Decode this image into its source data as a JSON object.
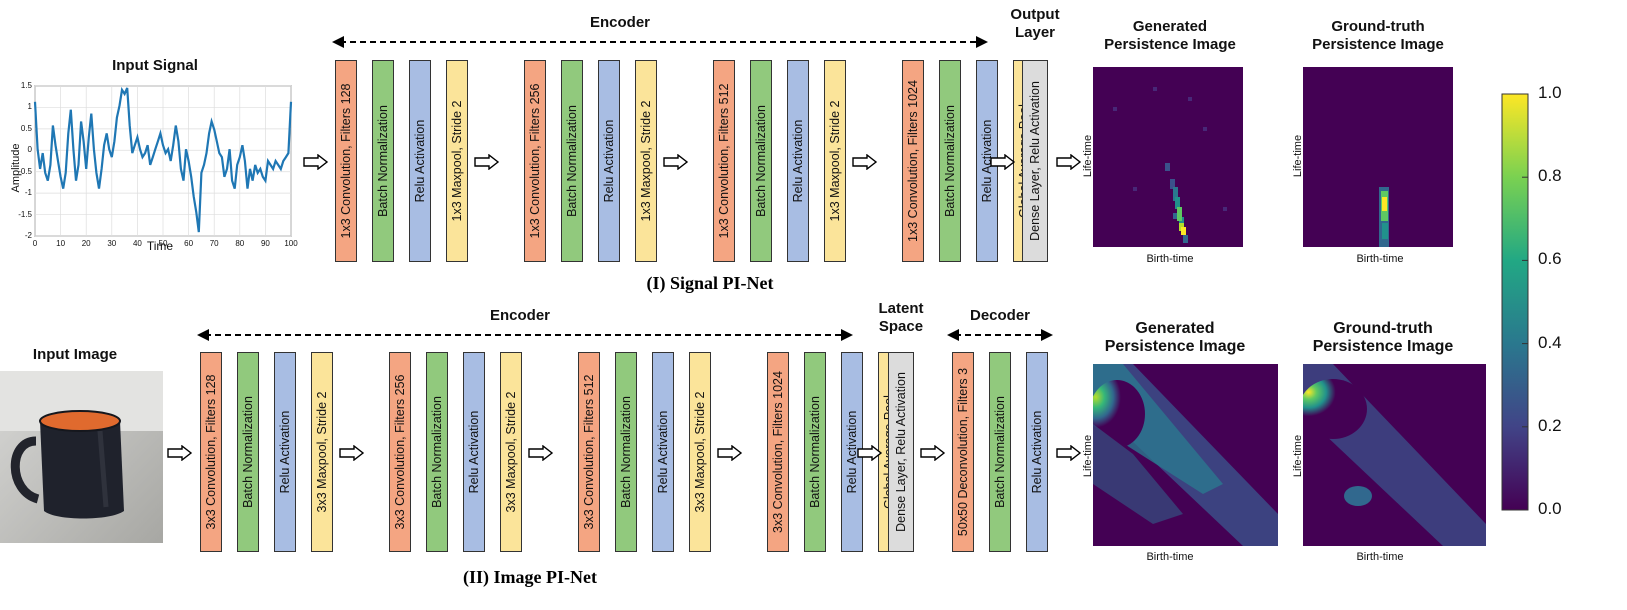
{
  "signal_net": {
    "input_title": "Input Signal",
    "plot": {
      "ylabel": "Amplitude",
      "xlabel": "Time",
      "yticks": [
        "1.5",
        "1",
        "0.5",
        "0",
        "-0.5",
        "-1",
        "-1.5",
        "-2"
      ],
      "xticks": [
        "0",
        "10",
        "20",
        "30",
        "40",
        "50",
        "60",
        "70",
        "80",
        "90",
        "100"
      ],
      "series_color": "#1f77b4"
    },
    "encoder_label": "Encoder",
    "output_label": "Output Layer",
    "blocks": [
      {
        "label": "1x3 Convolution, Filters 128",
        "color": "#f4a582"
      },
      {
        "label": "Batch Normalization",
        "color": "#91c97d"
      },
      {
        "label": "Relu Activation",
        "color": "#a8bde3"
      },
      {
        "label": "1x3 Maxpool, Stride 2",
        "color": "#fbe49a"
      },
      {
        "label": "1x3 Convolution, Filters 256",
        "color": "#f4a582"
      },
      {
        "label": "Batch Normalization",
        "color": "#91c97d"
      },
      {
        "label": "Relu Activation",
        "color": "#a8bde3"
      },
      {
        "label": "1x3 Maxpool, Stride 2",
        "color": "#fbe49a"
      },
      {
        "label": "1x3 Convolution, Filters 512",
        "color": "#f4a582"
      },
      {
        "label": "Batch Normalization",
        "color": "#91c97d"
      },
      {
        "label": "Relu Activation",
        "color": "#a8bde3"
      },
      {
        "label": "1x3 Maxpool, Stride 2",
        "color": "#fbe49a"
      },
      {
        "label": "1x3 Convolution, Filters 1024",
        "color": "#f4a582"
      },
      {
        "label": "Batch Normalization",
        "color": "#91c97d"
      },
      {
        "label": "Relu Activation",
        "color": "#a8bde3"
      },
      {
        "label": "Global Average Pool",
        "color": "#fbe49a"
      }
    ],
    "dense_block": {
      "label": "Dense Layer, Relu Activation",
      "color": "#dcdcdc"
    },
    "generated_title": "Generated Persistence Image",
    "ground_truth_title": "Ground-truth Persistence Image",
    "pi_xlabel": "Birth-time",
    "pi_ylabel": "Life-time",
    "caption": "(I) Signal PI-Net"
  },
  "image_net": {
    "input_title": "Input Image",
    "encoder_label": "Encoder",
    "latent_label": "Latent Space",
    "decoder_label": "Decoder",
    "blocks": [
      {
        "label": "3x3 Convolution, Filters 128",
        "color": "#f4a582"
      },
      {
        "label": "Batch Normalization",
        "color": "#91c97d"
      },
      {
        "label": "Relu Activation",
        "color": "#a8bde3"
      },
      {
        "label": "3x3 Maxpool, Stride 2",
        "color": "#fbe49a"
      },
      {
        "label": "3x3 Convolution, Filters 256",
        "color": "#f4a582"
      },
      {
        "label": "Batch Normalization",
        "color": "#91c97d"
      },
      {
        "label": "Relu Activation",
        "color": "#a8bde3"
      },
      {
        "label": "3x3 Maxpool, Stride 2",
        "color": "#fbe49a"
      },
      {
        "label": "3x3 Convolution, Filters 512",
        "color": "#f4a582"
      },
      {
        "label": "Batch Normalization",
        "color": "#91c97d"
      },
      {
        "label": "Relu Activation",
        "color": "#a8bde3"
      },
      {
        "label": "3x3 Maxpool, Stride 2",
        "color": "#fbe49a"
      },
      {
        "label": "3x3 Convolution, Filters 1024",
        "color": "#f4a582"
      },
      {
        "label": "Batch Normalization",
        "color": "#91c97d"
      },
      {
        "label": "Relu Activation",
        "color": "#a8bde3"
      },
      {
        "label": "Global Average Pool",
        "color": "#fbe49a"
      }
    ],
    "dense_block": {
      "label": "Dense Layer, Relu Activation",
      "color": "#dcdcdc"
    },
    "decoder_blocks": [
      {
        "label": "50x50 Deconvolution, Filters 3",
        "color": "#f4a582"
      },
      {
        "label": "Batch Normalization",
        "color": "#91c97d"
      },
      {
        "label": "Relu Activation",
        "color": "#a8bde3"
      }
    ],
    "generated_title": "Generated Persistence Image",
    "ground_truth_title": "Ground-truth Persistence Image",
    "pi_xlabel": "Birth-time",
    "pi_ylabel": "Life-time",
    "caption": "(II) Image PI-Net"
  },
  "colorbar": {
    "ticks": [
      "1.0",
      "0.8",
      "0.6",
      "0.4",
      "0.2",
      "0.0"
    ],
    "low_color": "#440154",
    "high_color": "#fde725"
  }
}
